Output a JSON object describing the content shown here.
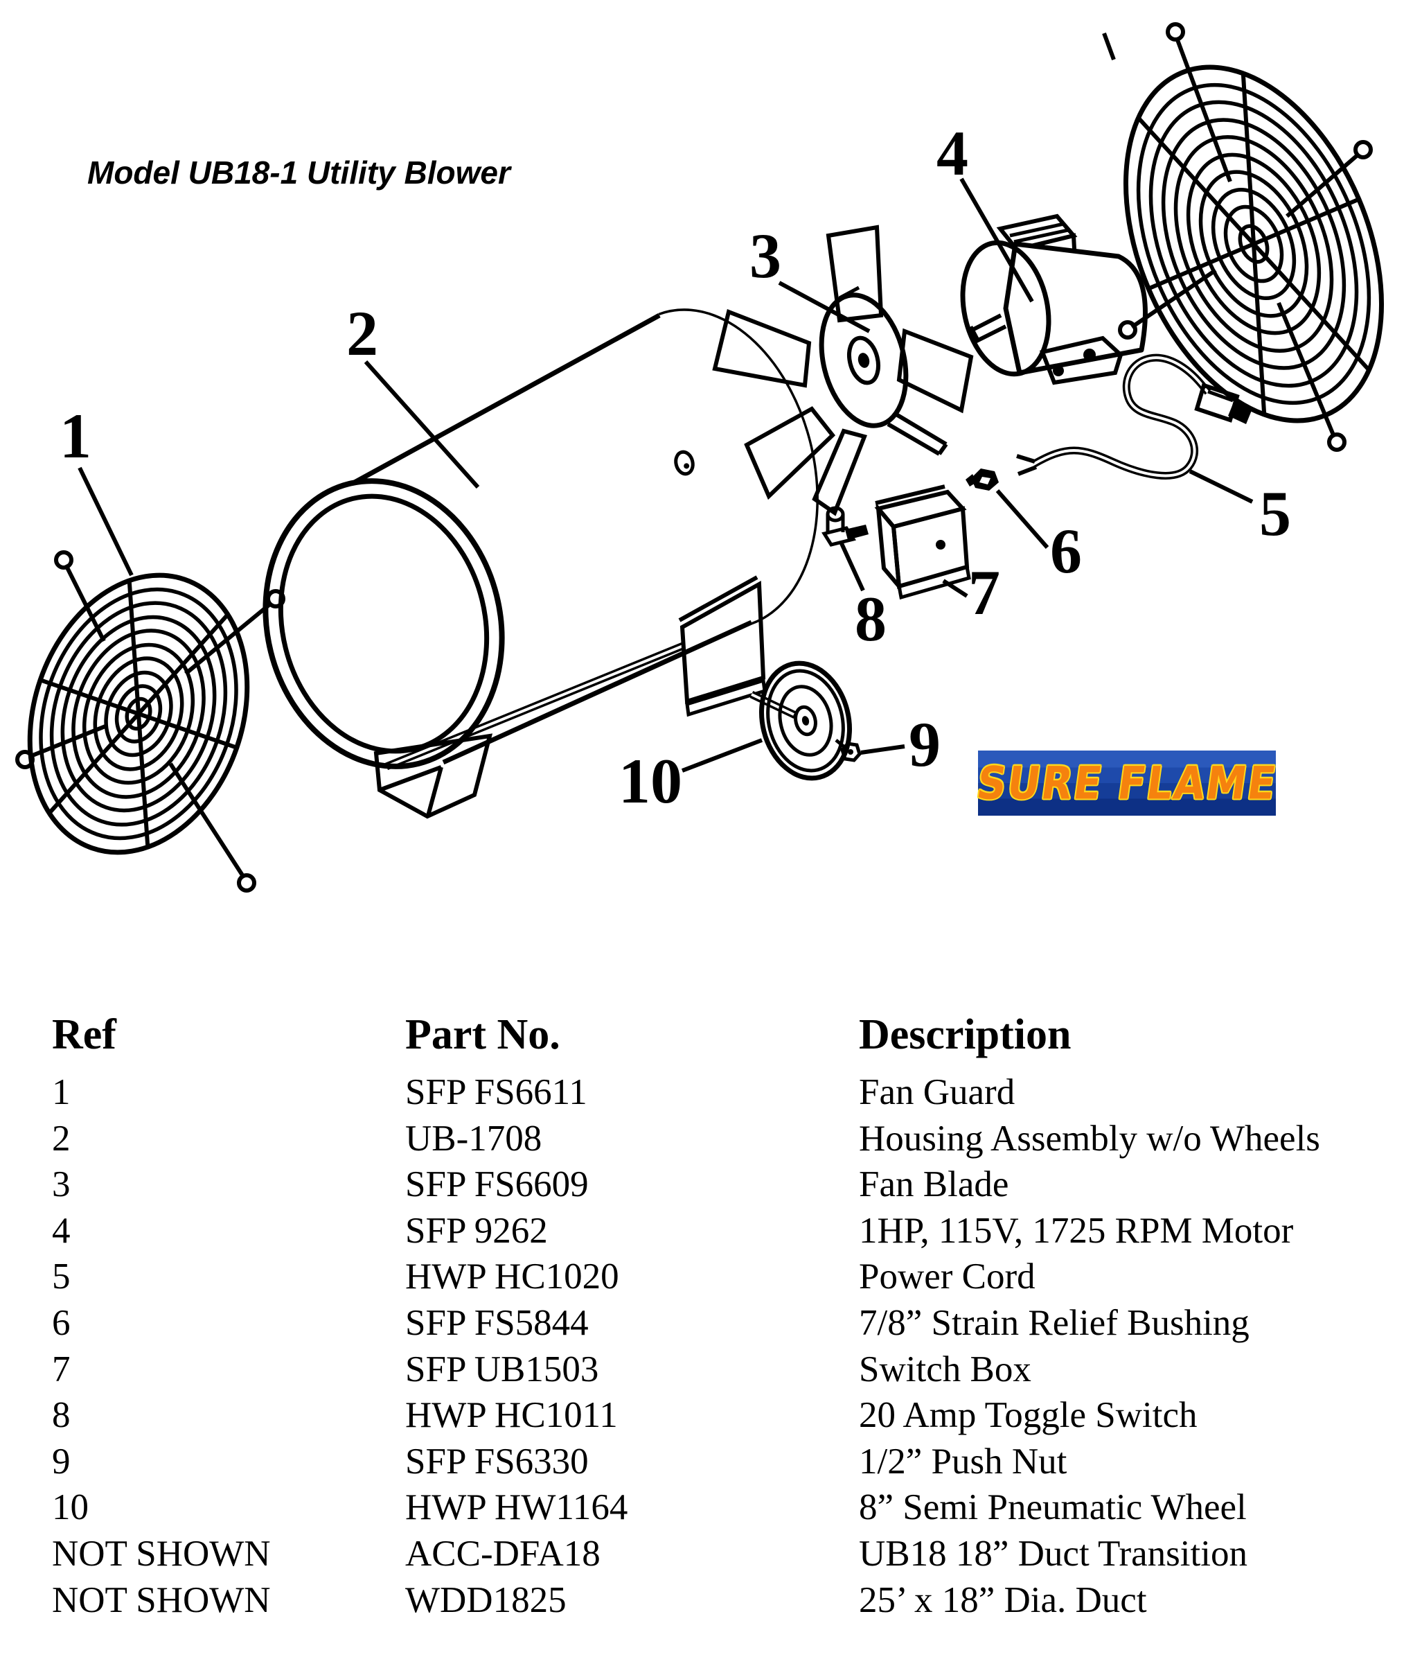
{
  "page": {
    "title": "Model UB18-1 Utility Blower"
  },
  "brand": {
    "logo_text": "SURE FLAME",
    "colors": {
      "band_top": "#2b59bb",
      "band_upper_mid": "#1e4aab",
      "band_lower_mid": "#153d98",
      "band_bottom": "#0d3085",
      "letter_fill": "#f5820e",
      "letter_outline": "#ffd91c"
    }
  },
  "diagram": {
    "callouts": [
      {
        "number": "1",
        "part": "Fan Guard"
      },
      {
        "number": "2",
        "part": "Housing Assembly w/o Wheels"
      },
      {
        "number": "3",
        "part": "Fan Blade"
      },
      {
        "number": "4",
        "part": "1HP, 115V, 1725 RPM Motor"
      },
      {
        "number": "5",
        "part": "Power Cord"
      },
      {
        "number": "6",
        "part": "7/8” Strain Relief Bushing"
      },
      {
        "number": "7",
        "part": "Switch Box"
      },
      {
        "number": "8",
        "part": "20 Amp Toggle Switch"
      },
      {
        "number": "9",
        "part": "1/2” Push Nut"
      },
      {
        "number": "10",
        "part": "8” Semi Pneumatic Wheel"
      }
    ]
  },
  "table": {
    "headers": {
      "ref": "Ref",
      "part_no": "Part No.",
      "description": "Description"
    },
    "rows": [
      {
        "ref": "1",
        "part_no": "SFP FS6611",
        "description": "Fan Guard"
      },
      {
        "ref": "2",
        "part_no": "UB-1708",
        "description": "Housing Assembly w/o Wheels"
      },
      {
        "ref": "3",
        "part_no": "SFP FS6609",
        "description": "Fan Blade"
      },
      {
        "ref": "4",
        "part_no": "SFP 9262",
        "description": "1HP, 115V, 1725 RPM Motor"
      },
      {
        "ref": "5",
        "part_no": "HWP HC1020",
        "description": "Power Cord"
      },
      {
        "ref": "6",
        "part_no": "SFP FS5844",
        "description": "7/8” Strain Relief Bushing"
      },
      {
        "ref": "7",
        "part_no": "SFP UB1503",
        "description": "Switch Box"
      },
      {
        "ref": "8",
        "part_no": "HWP HC1011",
        "description": "20 Amp Toggle Switch"
      },
      {
        "ref": "9",
        "part_no": "SFP FS6330",
        "description": "1/2” Push Nut"
      },
      {
        "ref": "10",
        "part_no": "HWP HW1164",
        "description": "8” Semi Pneumatic Wheel"
      },
      {
        "ref": "NOT SHOWN",
        "part_no": "ACC-DFA18",
        "description": "UB18 18” Duct Transition"
      },
      {
        "ref": "NOT SHOWN",
        "part_no": "WDD1825",
        "description": "25’ x 18” Dia. Duct"
      }
    ]
  }
}
